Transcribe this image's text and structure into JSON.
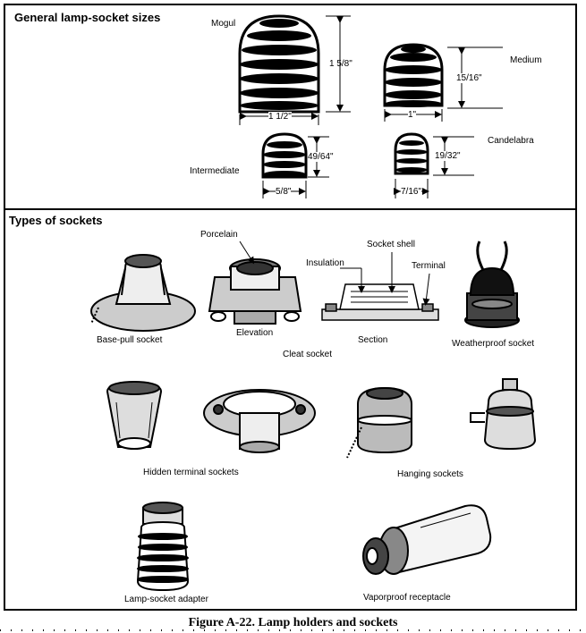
{
  "sizes": {
    "heading": "General lamp-socket sizes",
    "mogul": {
      "name": "Mogul",
      "height": "1 5/8\"",
      "width": "1 1/2\""
    },
    "medium": {
      "name": "Medium",
      "height": "15/16\"",
      "width": "1\""
    },
    "intermediate": {
      "name": "Intermediate",
      "height": "49/64\"",
      "width": "5/8\""
    },
    "candelabra": {
      "name": "Candelabra",
      "height": "19/32\"",
      "width": "7/16\""
    }
  },
  "types": {
    "heading": "Types of sockets",
    "base_pull": "Base-pull socket",
    "porcelain": "Porcelain",
    "elevation": "Elevation",
    "insulation": "Insulation",
    "socket_shell": "Socket shell",
    "terminal": "Terminal",
    "section": "Section",
    "cleat": "Cleat socket",
    "weatherproof": "Weatherproof socket",
    "hidden_terminal": "Hidden terminal sockets",
    "hanging": "Hanging sockets",
    "adapter": "Lamp-socket adapter",
    "vaporproof": "Vaporproof receptacle"
  },
  "caption": "Figure A-22. Lamp holders and sockets"
}
